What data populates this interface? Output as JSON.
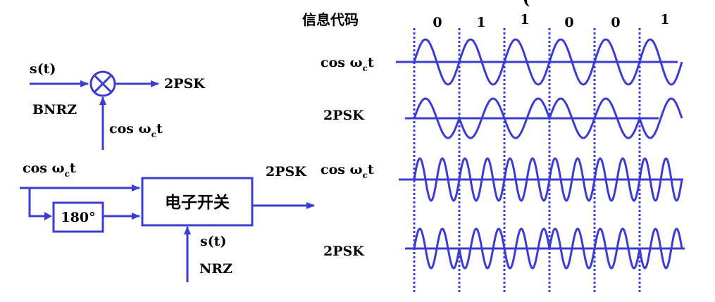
{
  "header_fragment": "(",
  "colors": {
    "line": "#3b3bd6",
    "text": "#000000",
    "background": "#ffffff"
  },
  "modulator_multiplier": {
    "input_label": "s(t)",
    "input_type": "BNRZ",
    "output_label": "2PSK",
    "carrier_label_base": "cos ω",
    "carrier_label_sub": "c",
    "carrier_label_tail": "t",
    "multiplier_icon": "multiplier-circle-cross-icon"
  },
  "modulator_switch": {
    "carrier_label_base": "cos ω",
    "carrier_label_sub": "c",
    "carrier_label_tail": "t",
    "phase_shifter_label": "180°",
    "switch_label": "电子开关",
    "output_label": "2PSK",
    "control_label": "s(t)",
    "control_type": "NRZ"
  },
  "waveforms": {
    "info_code_label": "信息代码",
    "bits": [
      "0",
      "1",
      "1",
      "0",
      "0",
      "1"
    ],
    "row_labels": {
      "carrier_1_base": "cos ω",
      "carrier_1_sub": "c",
      "carrier_1_tail": "t",
      "psk_1": "2PSK",
      "carrier_2_base": "cos ω",
      "carrier_2_sub": "c",
      "carrier_2_tail": "t",
      "psk_2": "2PSK"
    },
    "rows": [
      {
        "kind": "carrier",
        "cycles_per_bit": 1
      },
      {
        "kind": "psk",
        "cycles_per_bit": 1
      },
      {
        "kind": "carrier",
        "cycles_per_bit": 2
      },
      {
        "kind": "psk",
        "cycles_per_bit": 2
      }
    ]
  }
}
